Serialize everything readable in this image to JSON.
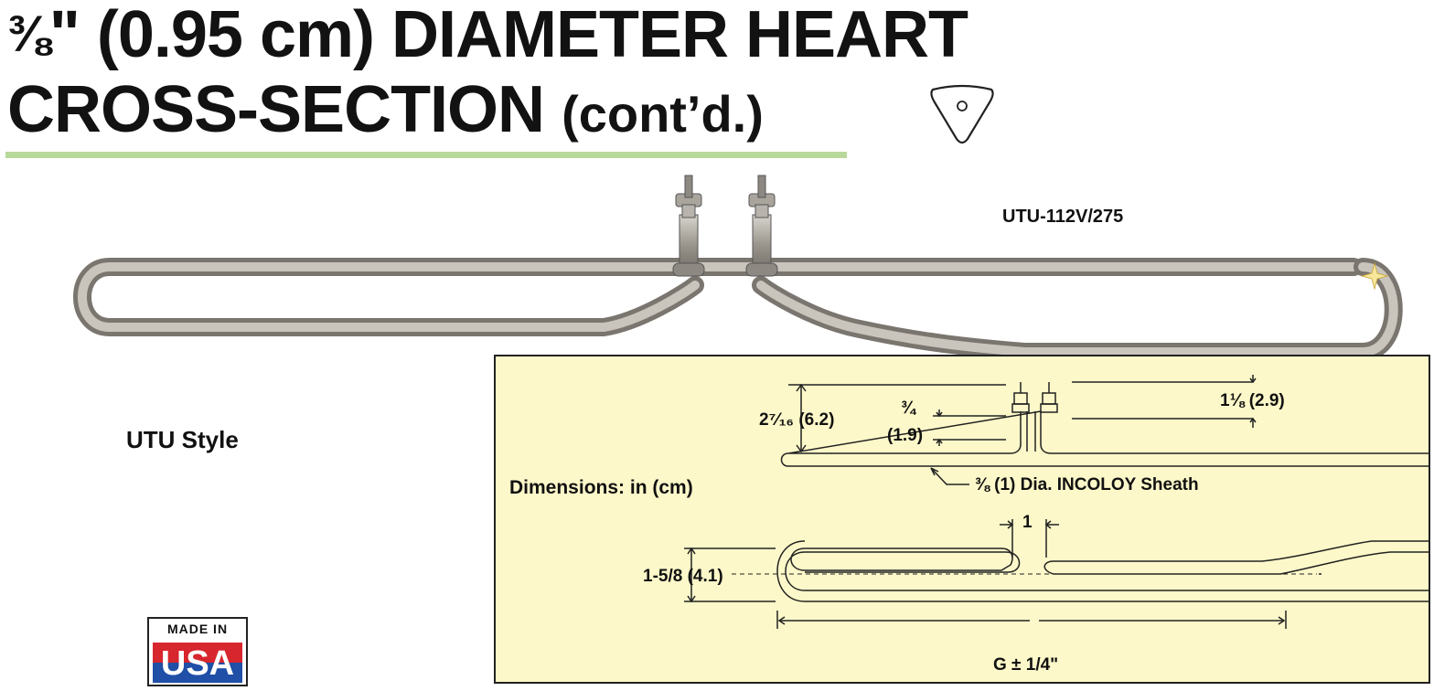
{
  "title": {
    "line1_fraction": "⅜",
    "line1_rest": "\" (0.95 cm) DIAMETER HEART",
    "line2_main": "CROSS-SECTION",
    "line2_suffix": "(cont’d.)"
  },
  "photo": {
    "model_label": "UTU-112V/275"
  },
  "style_label": "UTU Style",
  "dimensions_label": "Dimensions: in (cm)",
  "diagram": {
    "side_view": {
      "overall_height": "2⁷⁄₁₆ (6.2)",
      "terminal_height_top": "¾",
      "terminal_height_bottom": "(1.9)",
      "stud_length": "1⅛ (2.9)",
      "sheath_label": "⅜ (1) Dia. INCOLOY  Sheath"
    },
    "top_view": {
      "gap": "1",
      "width": "1-5/8 (4.1)",
      "length": "G ± 1/4\""
    }
  },
  "badge": {
    "line1": "MADE IN",
    "line2": "USA"
  },
  "colors": {
    "accent_rule": "#b9d99a",
    "panel_background": "#fdf8c9",
    "badge_red": "#d7262e",
    "badge_blue": "#1f4fa6"
  }
}
